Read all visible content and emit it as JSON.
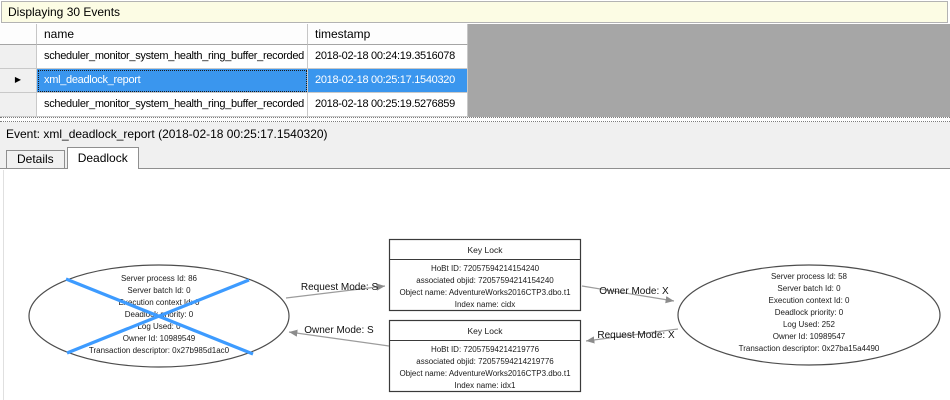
{
  "info_bar": {
    "text": "Displaying 30 Events"
  },
  "grid": {
    "columns": [
      "name",
      "timestamp"
    ],
    "selected_row_marker": "▶",
    "rows": [
      {
        "name": "scheduler_monitor_system_health_ring_buffer_recorded",
        "timestamp": "2018-02-18 00:24:19.3516078"
      },
      {
        "name": "xml_deadlock_report",
        "timestamp": "2018-02-18 00:25:17.1540320"
      },
      {
        "name": "scheduler_monitor_system_health_ring_buffer_recorded",
        "timestamp": "2018-02-18 00:25:19.5276859"
      }
    ]
  },
  "event_bar": {
    "text": "Event: xml_deadlock_report (2018-02-18 00:25:17.1540320)"
  },
  "tabs": [
    {
      "label": "Details"
    },
    {
      "label": "Deadlock"
    }
  ],
  "colors": {
    "selection_blue": "#3a96ee",
    "victim_cross_blue": "#3d9bff",
    "info_bar_bg": "#fcfce4",
    "grid_filler_gray": "#a6a6a6",
    "strip_gray": "#f0f0f0"
  },
  "diagram": {
    "process_left": {
      "victim": true,
      "lines": [
        "Server process Id: 86",
        "Server batch Id: 0",
        "Execution context Id: 0",
        "Deadlock priority: 0",
        "Log Used: 0",
        "Owner Id: 10989549",
        "Transaction descriptor: 0x27b985d1ac0"
      ]
    },
    "process_right": {
      "victim": false,
      "lines": [
        "Server process Id: 58",
        "Server batch Id: 0",
        "Execution context Id: 0",
        "Deadlock priority: 0",
        "Log Used: 252",
        "Owner Id: 10989547",
        "Transaction descriptor: 0x27ba15a4490"
      ]
    },
    "resource_top": {
      "title": "Key Lock",
      "lines": [
        "HoBt ID: 72057594214154240",
        "associated objid: 72057594214154240",
        "Object name: AdventureWorks2016CTP3.dbo.t1",
        "Index name: cidx"
      ]
    },
    "resource_bottom": {
      "title": "Key Lock",
      "lines": [
        "HoBt ID: 72057594214219776",
        "associated objid: 72057594214219776",
        "Object name: AdventureWorks2016CTP3.dbo.t1",
        "Index name: idx1"
      ]
    },
    "edges": [
      {
        "label": "Request Mode: S"
      },
      {
        "label": "Owner Mode: S"
      },
      {
        "label": "Owner Mode: X"
      },
      {
        "label": "Request Mode: X"
      }
    ]
  }
}
